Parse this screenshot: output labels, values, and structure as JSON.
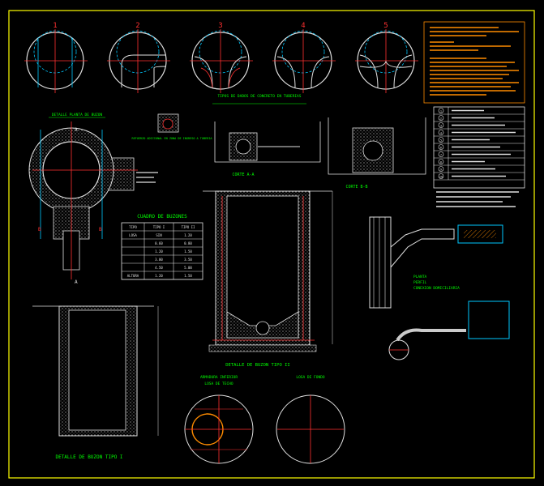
{
  "stages": [
    "1",
    "2",
    "3",
    "4",
    "5"
  ],
  "titles": {
    "detalle_buzon_tipo_i": "DETALLE DE BUZON TIPO I",
    "detalle_buzon_tipo_ii": "DETALLE DE BUZON TIPO II",
    "cuadro_buzones": "CUADRO DE BUZONES",
    "corte_a": "CORTE A-A",
    "corte_b": "CORTE B-B",
    "armadura_inferior": "ARMADURA INFERIOR",
    "losa_techo": "LOSA DE TECHO",
    "losa_fondo": "LOSA DE FONDO",
    "planta": "PLANTA",
    "perfil": "PERFIL",
    "conexion_domiciliaria": "CONEXION DOMICILIARIA",
    "detalle_planta": "DETALLE PLANTA DE BUZON",
    "refuerzo": "REFUERZO ADICIONAL EN ZONA DE INGRESO A TUBERIA",
    "tipo_dado": "TIPOS DE DADOS DE CONCRETO EN TUBERIAS"
  },
  "section_marks": {
    "a": "A",
    "b": "B"
  },
  "table": {
    "headers": [
      "TIPO",
      "TIPO I",
      "TIPO II"
    ],
    "rows": [
      [
        "LOSA",
        "SIN",
        "1.20"
      ],
      [
        "",
        "0.60",
        "0.80"
      ],
      [
        "",
        "1.20",
        "1.50"
      ],
      [
        "",
        "3.00",
        "3.50"
      ],
      [
        "",
        "4.50",
        "5.00"
      ],
      [
        "ALTURA",
        "1.20",
        "1.50"
      ]
    ]
  },
  "legend": [
    "1",
    "2",
    "3",
    "4",
    "5",
    "6",
    "7",
    "8",
    "9",
    "10"
  ],
  "colors": {
    "frame": "#ffff00",
    "line": "#ffffff",
    "red": "#ff3030",
    "orange": "#ff8c00",
    "cyan": "#00c8ff",
    "green": "#00ff00",
    "magenta": "#ff40ff",
    "dim": "#a0a0a0"
  }
}
